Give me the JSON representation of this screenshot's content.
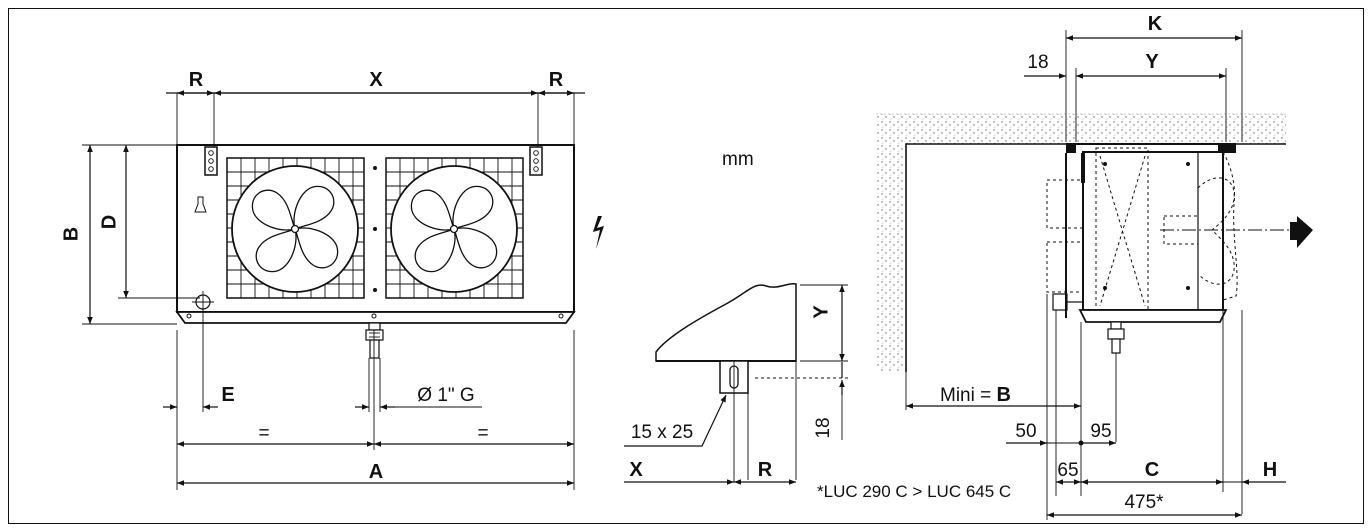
{
  "units_label": "mm",
  "front_view": {
    "dim_R_left": "R",
    "dim_X": "X",
    "dim_R_right": "R",
    "dim_B": "B",
    "dim_D": "D",
    "dim_E": "E",
    "dim_drain": "Ø 1\" G",
    "dim_eq_left": "=",
    "dim_eq_right": "=",
    "dim_A": "A"
  },
  "bracket_detail": {
    "dim_Y": "Y",
    "dim_18": "18",
    "slot_label": "15 x 25",
    "dim_X": "X",
    "dim_R": "R"
  },
  "side_view": {
    "dim_K": "K",
    "dim_18": "18",
    "dim_Y": "Y",
    "mini_label": "Mini = ",
    "mini_value": "B",
    "dim_50": "50",
    "dim_95": "95",
    "dim_65": "65",
    "dim_C": "C",
    "dim_H": "H",
    "dim_475": "475*"
  },
  "footnote": "*LUC 290 C > LUC 645 C"
}
